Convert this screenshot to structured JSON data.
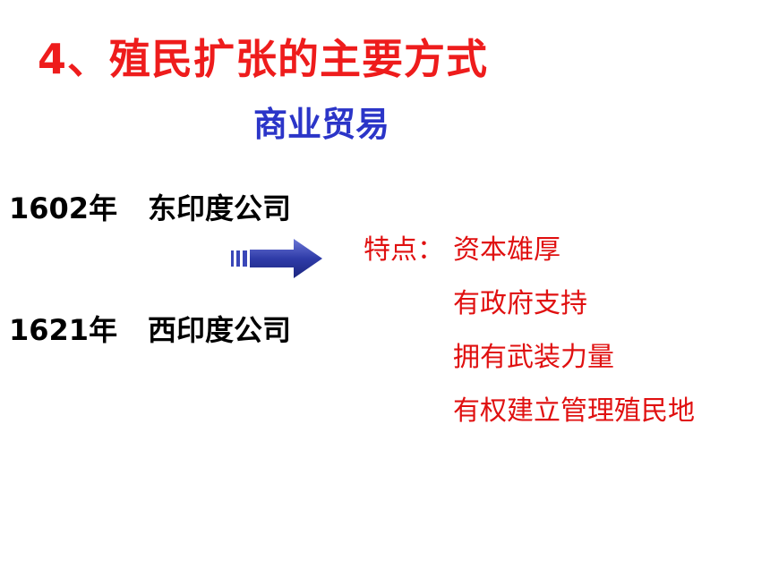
{
  "slide": {
    "title": "4、殖民扩张的主要方式",
    "subtitle": "商业贸易",
    "companies": [
      {
        "year": "1602年",
        "name": "东印度公司"
      },
      {
        "year": "1621年",
        "name": "西印度公司"
      }
    ],
    "arrow_icon": "right-arrow-icon",
    "features": {
      "label": "特点：",
      "items": [
        "资本雄厚",
        "有政府支持",
        "拥有武装力量",
        "有权建立管理殖民地"
      ]
    },
    "colors": {
      "title": "#ee1c1c",
      "subtitle": "#2b35c8",
      "features": "#e01010",
      "arrow": "#3a47b8"
    }
  }
}
